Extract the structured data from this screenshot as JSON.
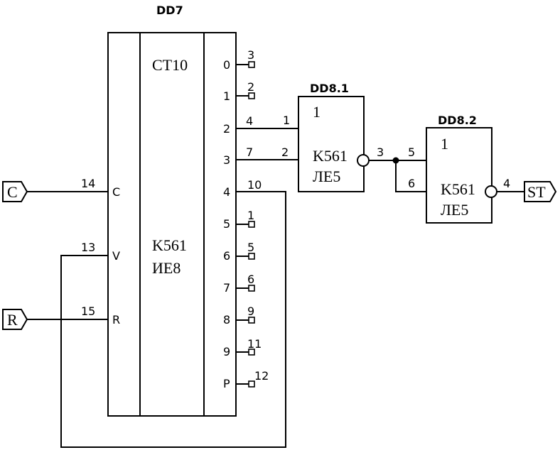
{
  "dd7": {
    "ref": "DD7",
    "function": "CT10",
    "part_line1": "K561",
    "part_line2": "ИЕ8",
    "inputs": [
      {
        "label": "C",
        "pin": "14"
      },
      {
        "label": "V",
        "pin": "13"
      },
      {
        "label": "R",
        "pin": "15"
      }
    ],
    "outputs": [
      {
        "label": "0",
        "pin": "3"
      },
      {
        "label": "1",
        "pin": "2"
      },
      {
        "label": "2",
        "pin": "4"
      },
      {
        "label": "3",
        "pin": "7"
      },
      {
        "label": "4",
        "pin": "10"
      },
      {
        "label": "5",
        "pin": "1"
      },
      {
        "label": "6",
        "pin": "5"
      },
      {
        "label": "7",
        "pin": "6"
      },
      {
        "label": "8",
        "pin": "9"
      },
      {
        "label": "9",
        "pin": "11"
      },
      {
        "label": "P",
        "pin": "12"
      }
    ]
  },
  "dd8_1": {
    "ref": "DD8.1",
    "function": "1",
    "part_line1": "K561",
    "part_line2": "ЛЕ5",
    "in_pins": [
      "1",
      "2"
    ],
    "out_pin": "3"
  },
  "dd8_2": {
    "ref": "DD8.2",
    "function": "1",
    "part_line1": "K561",
    "part_line2": "ЛЕ5",
    "in_pins": [
      "5",
      "6"
    ],
    "out_pin": "4"
  },
  "ports": {
    "c": "C",
    "r": "R",
    "st": "ST"
  }
}
